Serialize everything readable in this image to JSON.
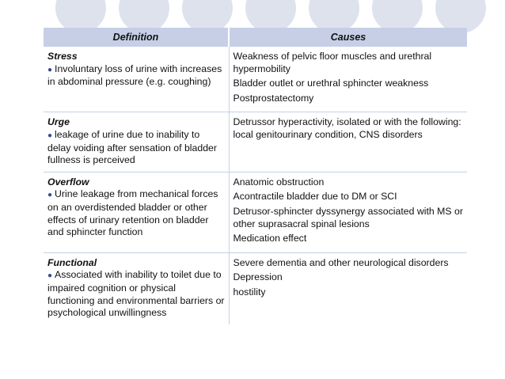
{
  "table": {
    "headers": [
      "Definition",
      "Causes"
    ],
    "rows": [
      {
        "term": "Stress",
        "definition": "Involuntary loss of urine with increases in abdominal pressure (e.g. coughing)",
        "causes": [
          "Weakness of pelvic floor muscles and urethral hypermobility",
          "Bladder outlet or urethral sphincter weakness",
          "Postprostatectomy"
        ]
      },
      {
        "term": "Urge",
        "definition": "leakage of urine due to inability to delay voiding after sensation of bladder fullness is perceived",
        "causes": [
          "Detrussor hyperactivity, isolated or with the following: local genitourinary condition, CNS disorders"
        ]
      },
      {
        "term": "Overflow",
        "definition": "Urine leakage from mechanical forces on an overdistended bladder or other effects of urinary retention on bladder and sphincter function",
        "causes": [
          "Anatomic obstruction",
          "Acontractile bladder due to DM or SCI",
          "Detrusor-sphincter dyssynergy associated with MS or other suprasacral spinal lesions",
          "Medication effect"
        ]
      },
      {
        "term": "Functional",
        "definition": "Associated with inability to toilet due to impaired cognition or physical functioning and environmental barriers or psychological unwillingness",
        "causes": [
          "Severe dementia and other neurological disorders",
          "Depression",
          "hostility"
        ]
      }
    ]
  },
  "colors": {
    "header_bg": "#c6cfe6",
    "decor_circle": "#dde2ec",
    "bullet": "#3b4a8c"
  },
  "icons": {
    "bullet": "circle-bullet-icon"
  }
}
